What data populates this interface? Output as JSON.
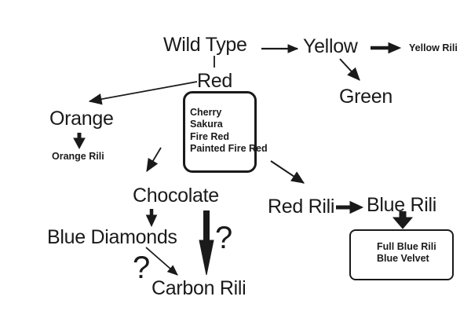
{
  "colors": {
    "ink": "#1a1a1a",
    "background": "#ffffff"
  },
  "nodes": {
    "wild_type": "Wild Type",
    "yellow": "Yellow",
    "yellow_rili": "Yellow Rili",
    "green": "Green",
    "red": "Red",
    "orange": "Orange",
    "orange_rili": "Orange Rili",
    "chocolate": "Chocolate",
    "blue_diamonds": "Blue Diamonds",
    "carbon_rili": "Carbon Rili",
    "red_rili": "Red Rili",
    "blue_rili": "Blue Rili"
  },
  "red_variants_box": {
    "items": [
      "Cherry",
      "Sakura",
      "Fire Red",
      "Painted Fire Red"
    ]
  },
  "blue_variants_box": {
    "items": [
      "Full Blue Rili",
      "Blue Velvet"
    ]
  },
  "uncertainty_marks": {
    "chocolate_to_carbon": "?",
    "blue_diamonds_to_carbon": "?"
  }
}
